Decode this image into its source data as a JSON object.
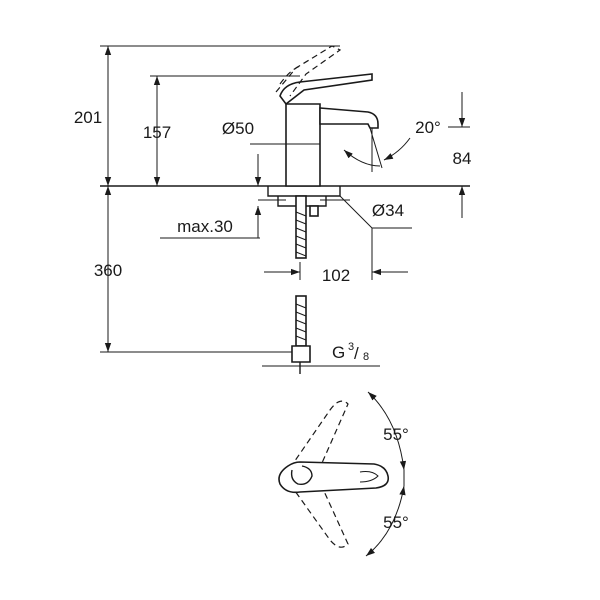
{
  "dimensions": {
    "height_total": "201",
    "height_spout": "157",
    "body_diameter": "Ø50",
    "spout_angle": "20°",
    "spout_clearance": "84",
    "hole_diameter": "Ø34",
    "max_thickness": "max.30",
    "hose_length": "360",
    "spout_reach": "102",
    "thread_prefix": "G",
    "thread_num": "3",
    "thread_den": "8"
  },
  "plan_view": {
    "rotation_upper": "55°",
    "rotation_lower": "55°"
  },
  "colors": {
    "line": "#1a1a1a",
    "background": "#ffffff"
  }
}
